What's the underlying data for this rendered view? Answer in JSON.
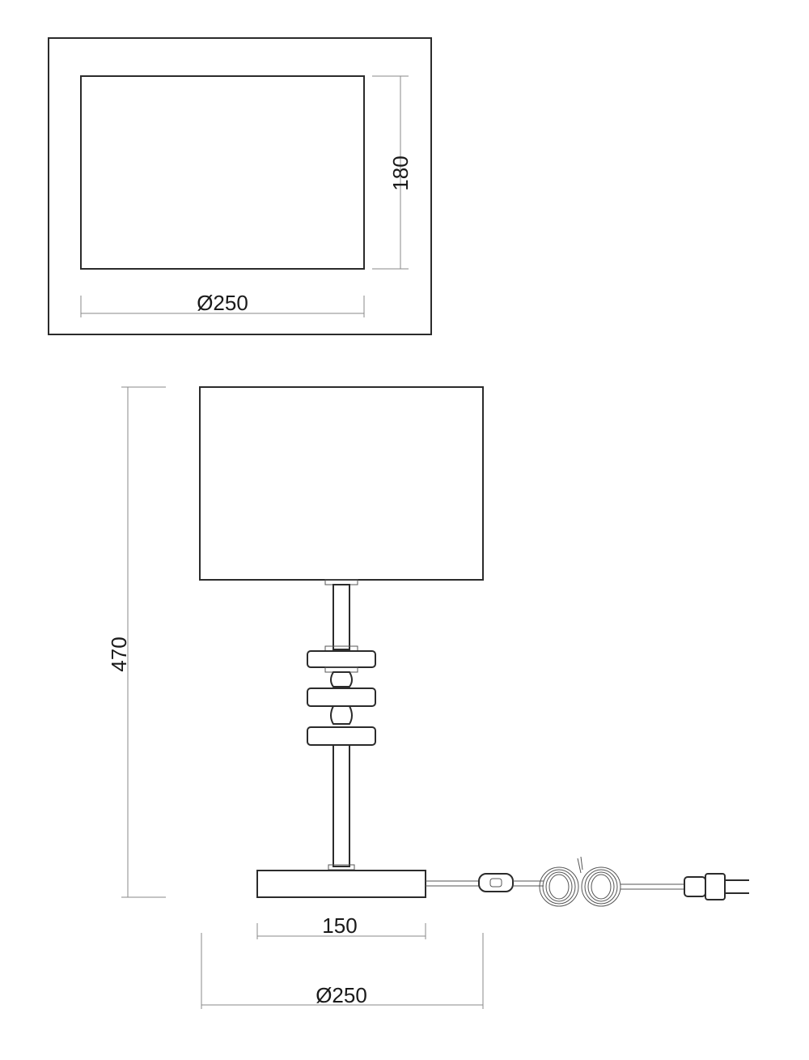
{
  "dimensions": {
    "top_height": "180",
    "top_diameter": "Ø250",
    "total_height": "470",
    "base_width": "150",
    "bottom_diameter": "Ø250"
  },
  "colors": {
    "line": "#2b2b2b",
    "dimension_line": "#8a8a8a",
    "background": "#ffffff"
  }
}
